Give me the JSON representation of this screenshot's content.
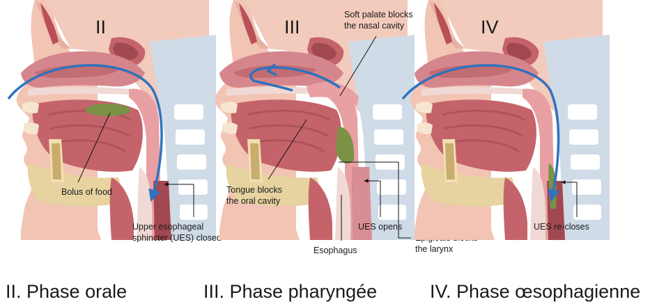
{
  "panels": [
    {
      "numeral": "II",
      "labels": {
        "bolus": "Bolus of food",
        "ues_closed": [
          "Upper esophageal",
          "sphincter (UES) closed"
        ]
      },
      "caption": "II. Phase orale"
    },
    {
      "numeral": "III",
      "labels": {
        "soft_palate": [
          "Soft palate blocks",
          "the nasal cavity"
        ],
        "tongue": [
          "Tongue blocks",
          "the oral cavity"
        ],
        "ues_opens": "UES opens",
        "epiglottis": [
          "Epiglottis blocks",
          "the larynx"
        ],
        "esophagus": "Esophagus"
      },
      "caption": "III. Phase pharyngée"
    },
    {
      "numeral": "IV",
      "labels": {
        "ues_recloses": "UES re-closes"
      },
      "caption": "IV. Phase œsophagienne"
    }
  ],
  "colors": {
    "skin": "#f2c4b3",
    "muscle": "#c4646a",
    "muscle_dark": "#a24850",
    "mucosa": "#e8a0a3",
    "nasal_cavity": "#d5868c",
    "bone": "#e6d39f",
    "bone_dark": "#c9ad6e",
    "spine_bg": "#cfdbe7",
    "vertebra": "#ffffff",
    "bolus": "#7b9246",
    "arrow": "#2f72bd",
    "leader": "#111111"
  }
}
